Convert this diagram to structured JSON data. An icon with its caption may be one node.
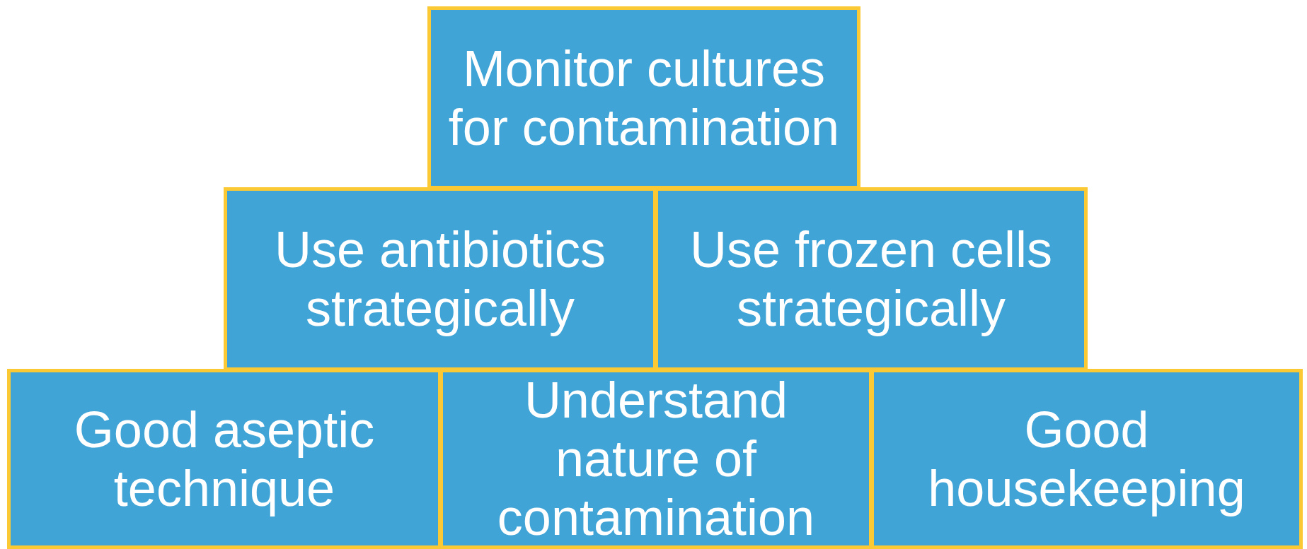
{
  "diagram": {
    "nodes": [
      {
        "text": [
          "Monitor cultures for contamination"
        ]
      },
      {
        "text": [
          "Use antibiotics strategically"
        ]
      },
      {
        "text": [
          "Use frozen cells strategically"
        ]
      },
      {
        "text": [
          "Good aseptic technique"
        ]
      },
      {
        "text": [
          "Understand nature of contamination"
        ]
      },
      {
        "text": [
          "Good housekeeping"
        ]
      }
    ]
  }
}
